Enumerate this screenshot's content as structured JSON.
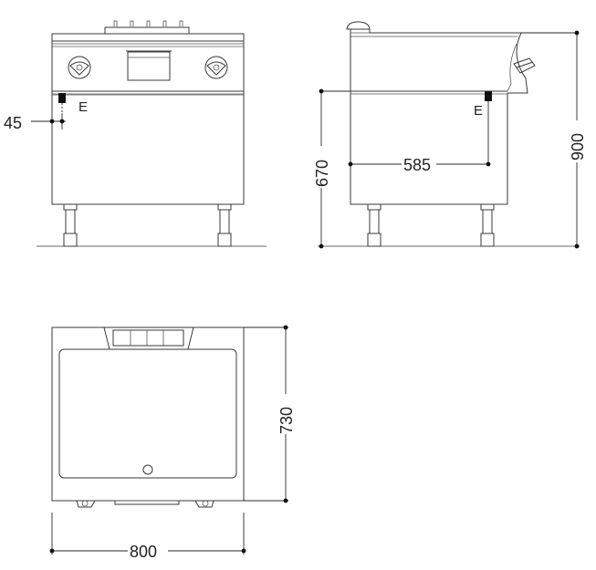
{
  "dimensions": {
    "height_total": "900",
    "height_body": "670",
    "depth_body": "585",
    "connection_height": "45",
    "width": "800",
    "depth_top": "730"
  },
  "markers": {
    "front_connection": "E",
    "side_connection": "E"
  }
}
